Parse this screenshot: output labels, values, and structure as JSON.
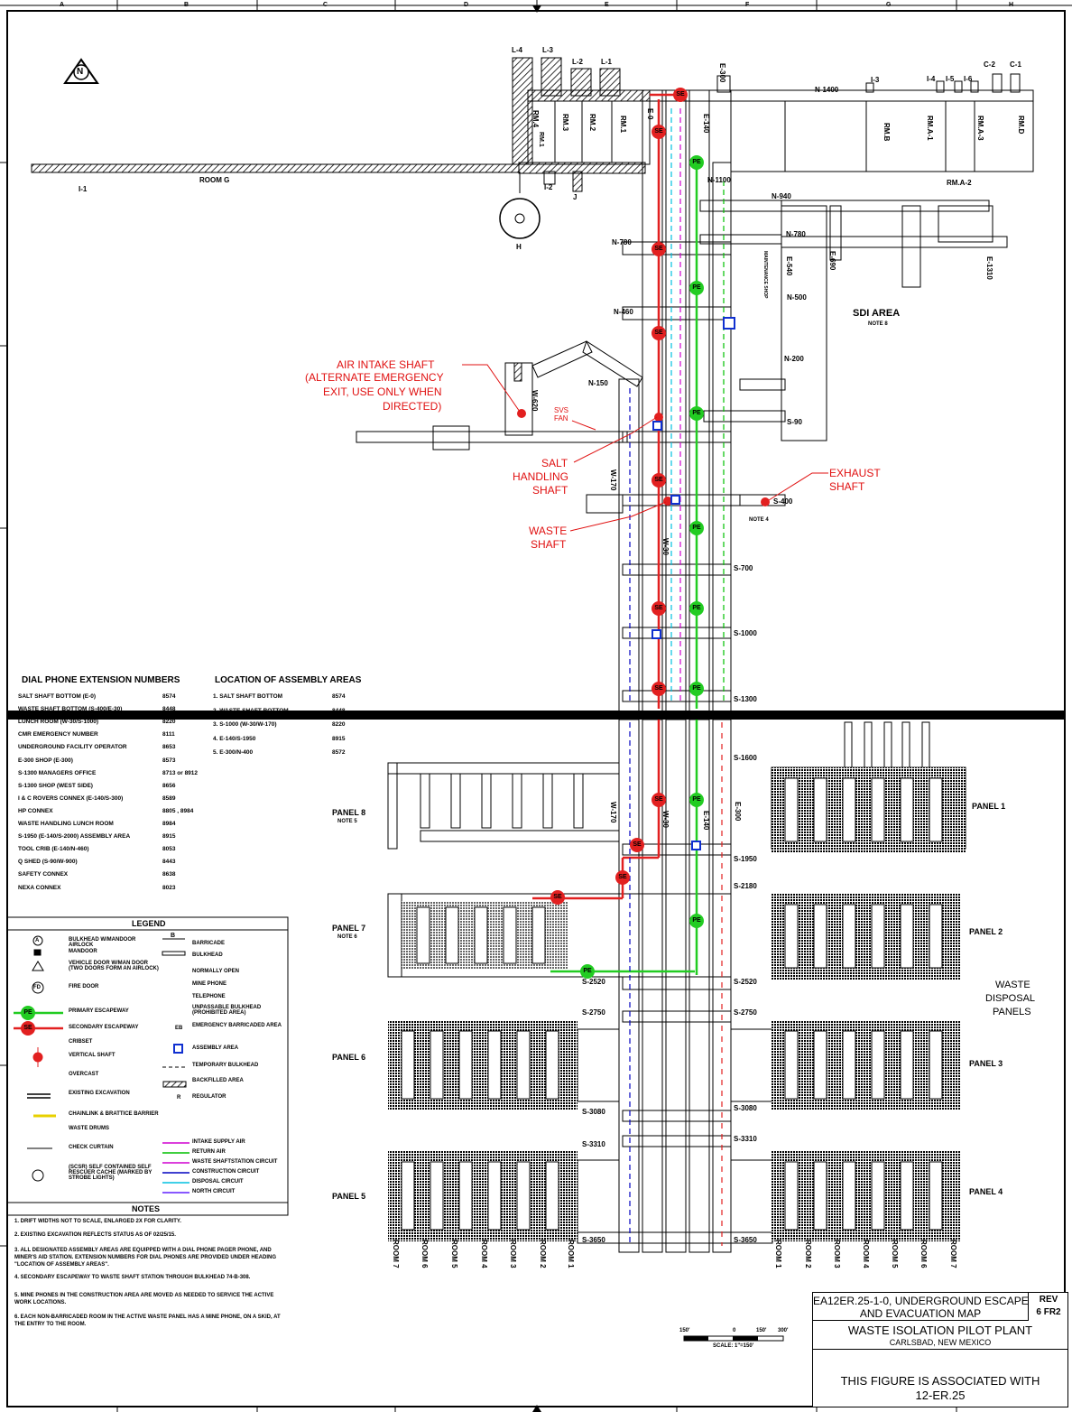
{
  "border_letters": [
    "A",
    "B",
    "C",
    "D",
    "E",
    "F",
    "G",
    "H"
  ],
  "north_label": "N",
  "shaft_labels": {
    "air_intake": [
      "AIR INTAKE SHAFT",
      "(ALTERNATE EMERGENCY",
      "EXIT, USE ONLY WHEN",
      "DIRECTED)"
    ],
    "salt_handling": [
      "SALT",
      "HANDLING",
      "SHAFT"
    ],
    "waste": [
      "WASTE",
      "SHAFT"
    ],
    "exhaust": [
      "EXHAUST",
      "SHAFT"
    ],
    "svs_fan": [
      "SVS",
      "FAN"
    ]
  },
  "drift_labels": {
    "room_g": "ROOM G",
    "i_1": "I-1",
    "i_2": "I-2",
    "j": "J",
    "h": "H",
    "l_4": "L-4",
    "l_3": "L-3",
    "l_2": "L-2",
    "l_1": "L-1",
    "e_300_top": "E-300",
    "n_1400": "N-1400",
    "i_3": "I-3",
    "i_4": "I-4",
    "i_5": "I-5",
    "i_6": "I-6",
    "c_2": "C-2",
    "c_1": "C-1",
    "rm4": "RM.4",
    "rm3": "RM.3",
    "rm2": "RM.2",
    "rm1": "RM.1",
    "rm1b": "RM.1",
    "rmb": "RM.B",
    "rma1": "RM.A-1",
    "rma3": "RM.A-3",
    "rmd": "RM.D",
    "rma2": "RM.A-2",
    "e_0": "E-0",
    "e_140": "E-140",
    "n_1100": "N-1100",
    "n_940": "N-940",
    "n_780": "N-780",
    "n_780b": "N-780",
    "e_1310": "E-1310",
    "e_540": "E-540",
    "e_690": "E-690",
    "maintenance": "MAINTENANCE SHOP",
    "n_500": "N-500",
    "n_460": "N-460",
    "sdi_area": "SDI AREA",
    "note_8": "NOTE 8",
    "n_200": "N-200",
    "n_150": "N-150",
    "s_90": "S-90",
    "w_620": "W-620",
    "w_170": "W-170",
    "w_30": "W-30",
    "s_400": "S-400",
    "note_4": "NOTE 4",
    "s_700": "S-700",
    "s_1000": "S-1000",
    "s_1300": "S-1300",
    "s_1600": "S-1600",
    "s_1950": "S-1950",
    "s_2180": "S-2180",
    "s_2520": "S-2520",
    "s_2520b": "S-2520",
    "s_2750": "S-2750",
    "s_2750b": "S-2750",
    "s_3080": "S-3080",
    "s_3080b": "S-3080",
    "s_3310": "S-3310",
    "s_3310b": "S-3310",
    "s_3650": "S-3650",
    "s_3650b": "S-3650",
    "panel_1": "PANEL 1",
    "panel_2": "PANEL 2",
    "panel_3": "PANEL 3",
    "panel_4": "PANEL 4",
    "panel_5": "PANEL 5",
    "panel_6": "PANEL 6",
    "panel_7": "PANEL 7",
    "panel_8": "PANEL 8",
    "note_5": "NOTE 5",
    "note_6": "NOTE 6",
    "waste_disposal": [
      "WASTE",
      "DISPOSAL",
      "PANELS"
    ]
  },
  "rooms_left": [
    "ROOM 7",
    "ROOM 6",
    "ROOM 5",
    "ROOM 4",
    "ROOM 3",
    "ROOM 2",
    "ROOM 1"
  ],
  "rooms_right": [
    "ROOM 1",
    "ROOM 2",
    "ROOM 3",
    "ROOM 4",
    "ROOM 5",
    "ROOM 6",
    "ROOM 7"
  ],
  "phone_extensions": {
    "title": "DIAL PHONE EXTENSION NUMBERS",
    "rows": [
      {
        "name": "SALT SHAFT BOTTOM (E-0)",
        "ext": "8574"
      },
      {
        "name": "WASTE SHAFT BOTTOM (S-400/E-30)",
        "ext": "8448"
      },
      {
        "name": "LUNCH ROOM (W-30/S-1000)",
        "ext": "8220"
      },
      {
        "name": "CMR EMERGENCY NUMBER",
        "ext": "8111"
      },
      {
        "name": "UNDERGROUND FACILITY OPERATOR",
        "ext": "8653"
      },
      {
        "name": "E-300 SHOP (E-300)",
        "ext": "8573"
      },
      {
        "name": "S-1300 MANAGERS OFFICE",
        "ext": "8713 or 8912"
      },
      {
        "name": "S-1300 SHOP (WEST SIDE)",
        "ext": "8656"
      },
      {
        "name": "I & C ROVERS CONNEX (E-140/S-300)",
        "ext": "8589"
      },
      {
        "name": "HP CONNEX",
        "ext": "8805 , 8984"
      },
      {
        "name": "WASTE HANDLING LUNCH ROOM",
        "ext": "8984"
      },
      {
        "name": "S-1950 (E-140/S-2000) ASSEMBLY AREA",
        "ext": "8915"
      },
      {
        "name": "TOOL CRIB (E-140/N-460)",
        "ext": "8053"
      },
      {
        "name": "Q SHED (S-90/W-900)",
        "ext": "8443"
      },
      {
        "name": "SAFETY CONNEX",
        "ext": "8638"
      },
      {
        "name": "NEXA CONNEX",
        "ext": "8023"
      }
    ]
  },
  "assembly_areas": {
    "title": "LOCATION OF ASSEMBLY AREAS",
    "rows": [
      {
        "name": "1. SALT SHAFT BOTTOM",
        "ext": "8574"
      },
      {
        "name": "2. WASTE SHAFT BOTTOM",
        "ext": "8448"
      },
      {
        "name": "3. S-1000 (W-30/W-170)",
        "ext": "8220"
      },
      {
        "name": "4. E-140/S-1950",
        "ext": "8915"
      },
      {
        "name": "5. E-300/N-400",
        "ext": "8572"
      }
    ]
  },
  "legend": {
    "title": "LEGEND",
    "left": [
      "BULKHEAD W/MANDOOR AIRLOCK",
      "MANDOOR",
      "VEHICLE DOOR W/MAN DOOR (TWO DOORS FORM AN AIRLOCK)",
      "FIRE DOOR",
      "PRIMARY ESCAPEWAY",
      "SECONDARY ESCAPEWAY",
      "CRIBSET",
      "VERTICAL SHAFT",
      "OVERCAST",
      "EXISTING EXCAVATION",
      "CHAINLINK & BRATTICE BARRIER",
      "WASTE DRUMS",
      "CHECK CURTAIN",
      "(SCSR) SELF CONTAINED SELF RESCUER CACHE (MARKED BY STROBE LIGHTS)"
    ],
    "right": [
      "BARRICADE",
      "BULKHEAD",
      "NORMALLY OPEN",
      "MINE PHONE",
      "TELEPHONE",
      "UNPASSABLE BULKHEAD (PROHIBITED AREA)",
      "EMERGENCY BARRICADED AREA",
      "ASSEMBLY AREA",
      "TEMPORARY BULKHEAD",
      "BACKFILLED AREA",
      "REGULATOR",
      "INTAKE SUPPLY AIR",
      "RETURN AIR",
      "WASTE SHAFTSTATION CIRCUIT",
      "CONSTRUCTION CIRCUIT",
      "DISPOSAL CIRCUIT",
      "NORTH CIRCUIT"
    ],
    "symbols": {
      "pe": "PE",
      "se": "SE",
      "fd": "FD",
      "a": "A",
      "b": "B",
      "eb": "EB",
      "r": "R"
    }
  },
  "notes": {
    "title": "NOTES",
    "items": [
      "1. DRIFT WIDTHS NOT TO SCALE, ENLARGED 2X FOR CLARITY.",
      "2. EXISTING EXCAVATION REFLECTS STATUS AS OF 02/25/15.",
      "3. ALL DESIGNATED ASSEMBLY AREAS ARE EQUIPPED WITH A DIAL PHONE PAGER PHONE, AND MINER'S AID STATION. EXTENSION NUMBERS FOR DIAL PHONES ARE PROVIDED UNDER HEADING \"LOCATION OF ASSEMBLY AREAS\".",
      "4. SECONDARY ESCAPEWAY TO WASTE SHAFT STATION THROUGH BULKHEAD 74-B-308.",
      "5. MINE PHONES IN THE CONSTRUCTION AREA ARE MOVED AS NEEDED TO SERVICE THE ACTIVE WORK LOCATIONS.",
      "6. EACH NON-BARRICADED ROOM IN THE ACTIVE WASTE PANEL HAS A MINE PHONE, ON A SKID, AT THE ENTRY TO THE ROOM."
    ]
  },
  "scale": {
    "ticks": [
      "150'",
      "0",
      "150'",
      "300'"
    ],
    "label": "SCALE: 1\"=150'"
  },
  "title_block": {
    "doc_line1": "EA12ER.25-1-0, UNDERGROUND ESCAPE",
    "doc_line2": "AND EVACUATION MAP",
    "rev_label": "REV",
    "rev_value": "6 FR2",
    "plant": "WASTE ISOLATION PILOT PLANT",
    "location": "CARLSBAD, NEW MEXICO",
    "assoc_line1": "THIS FIGURE IS ASSOCIATED WITH",
    "assoc_line2": "12-ER.25"
  },
  "colors": {
    "primary": "#22cc22",
    "secondary": "#e22020",
    "assembly": "#1030d0",
    "shaft_text": "#e01010",
    "intake": "#d000d0",
    "return": "#00c000",
    "construction": "#0000c0",
    "disposal": "#00c0e0",
    "north": "#6020ff"
  }
}
